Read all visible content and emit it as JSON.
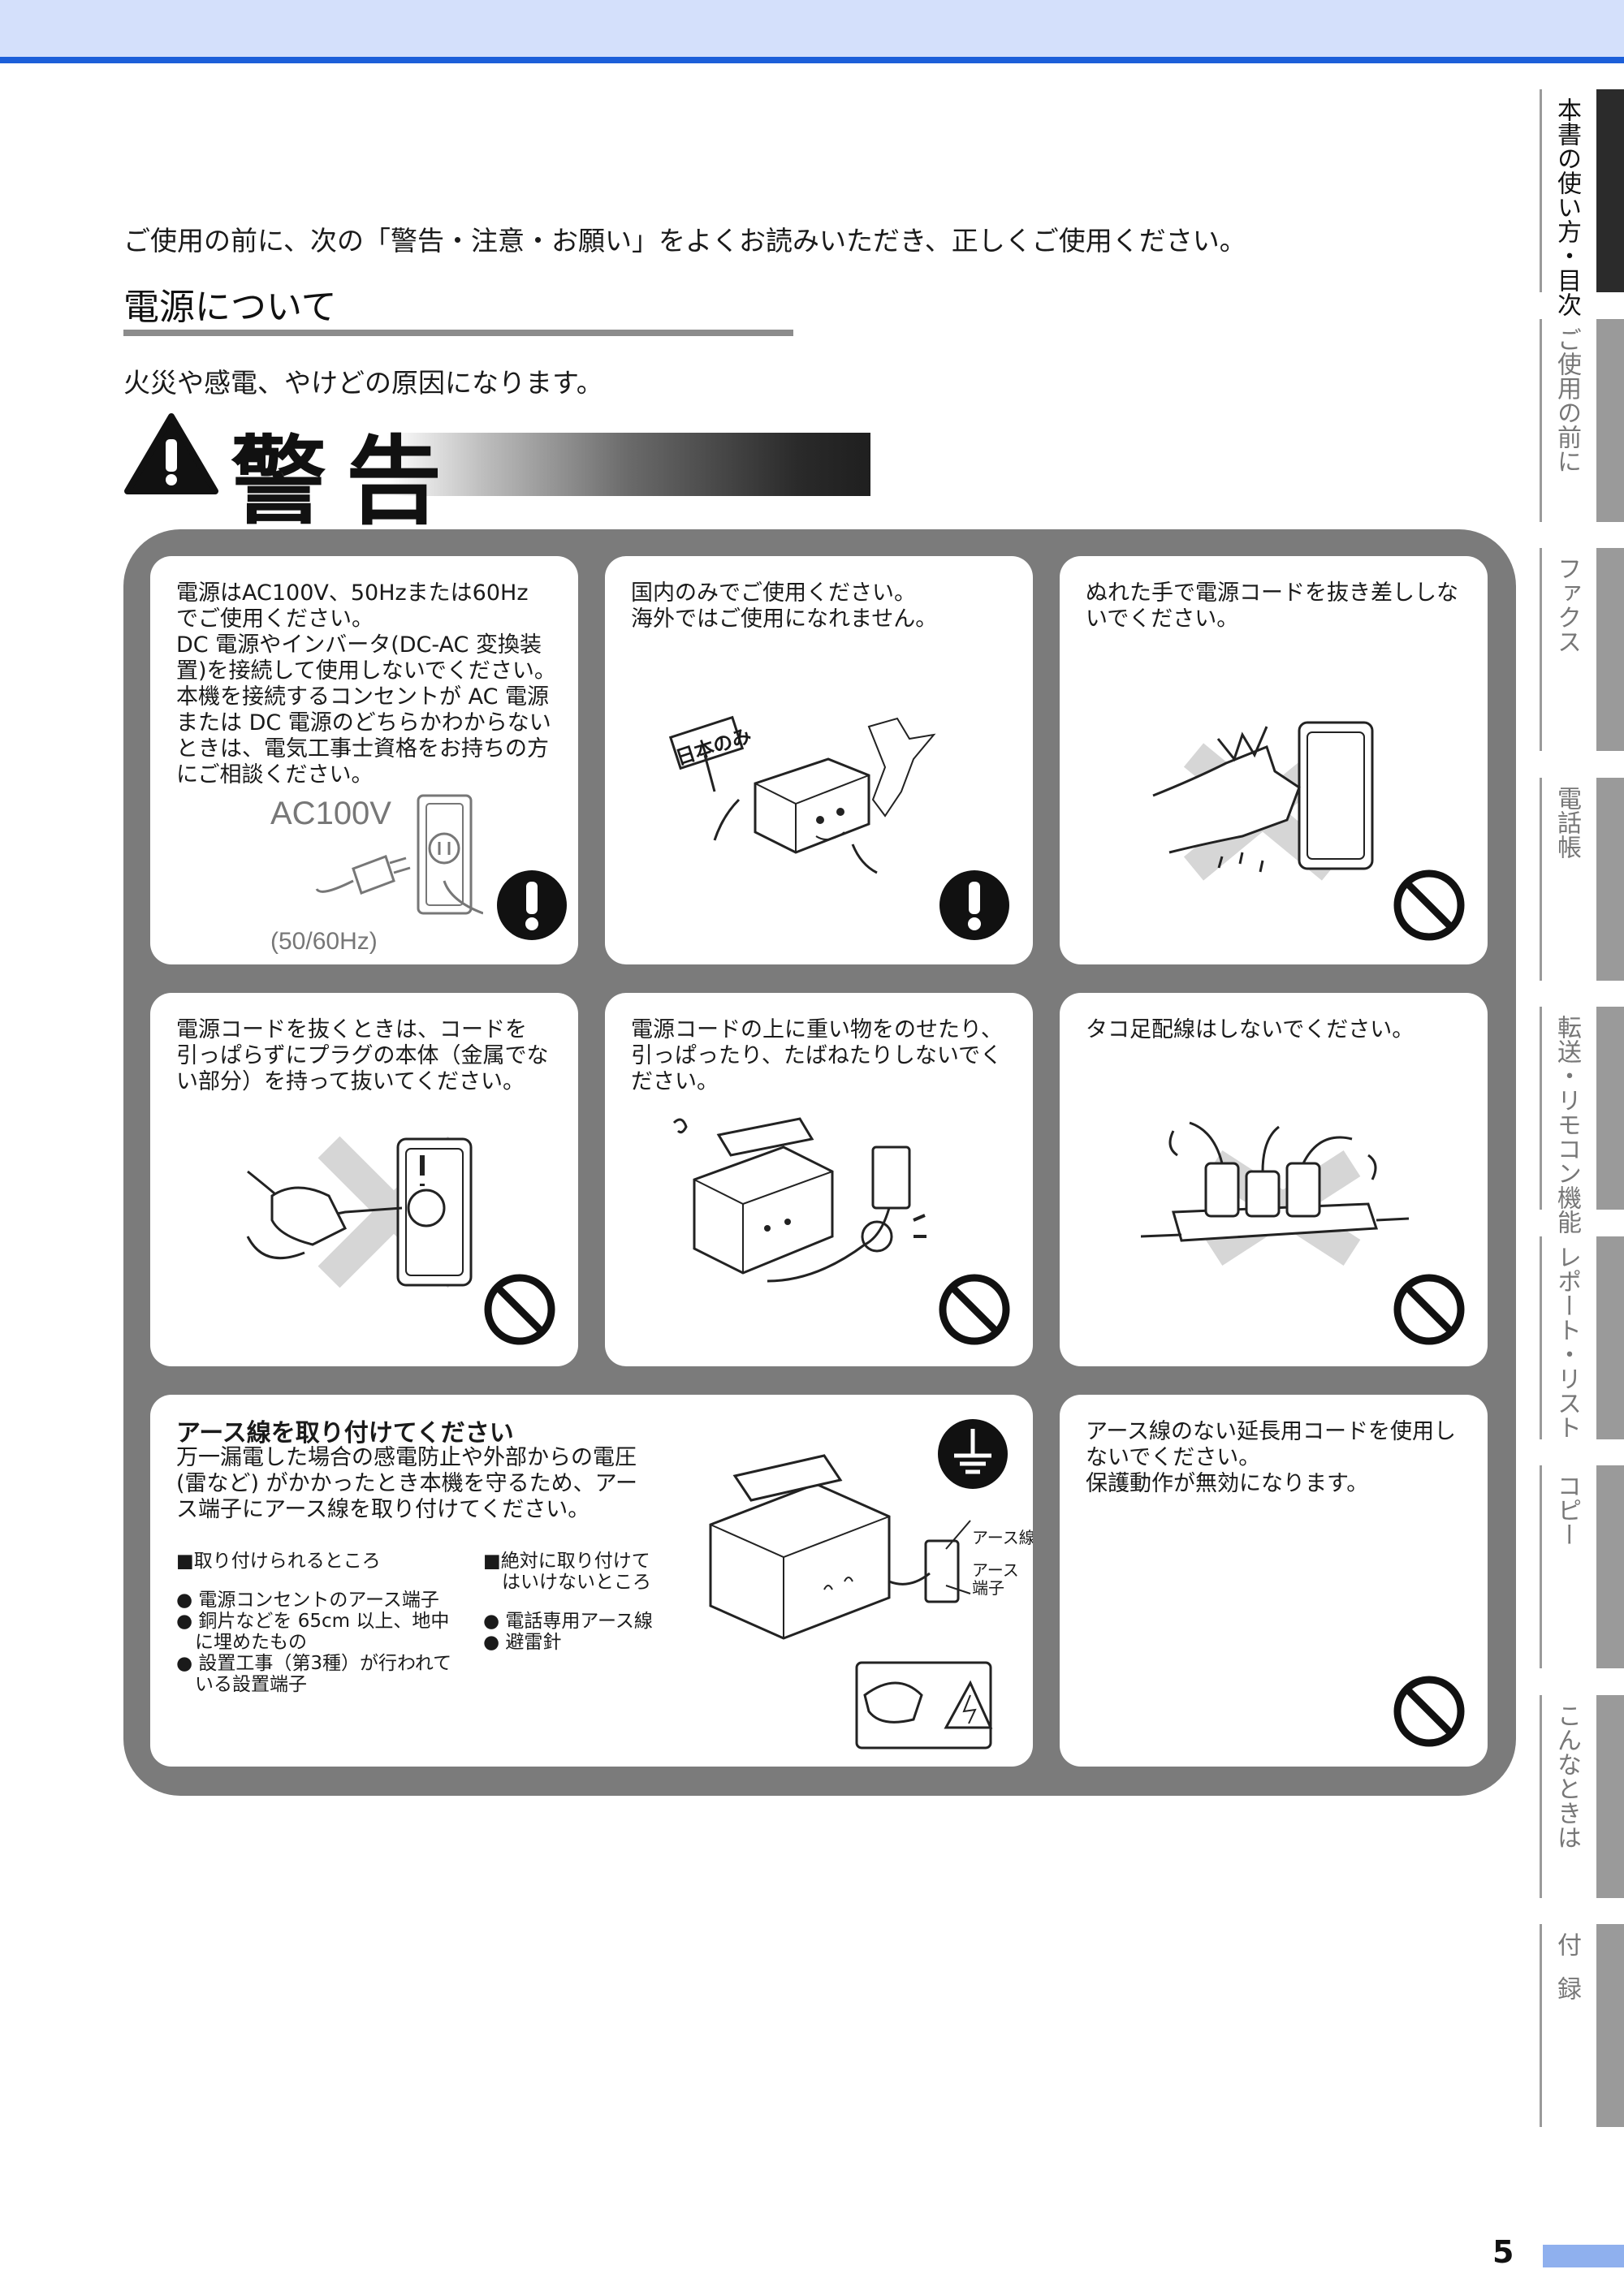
{
  "intro": "ご使用の前に、次の「警告・注意・お願い」をよくお読みいただき、正しくご使用ください。",
  "section_title": "電源について",
  "subtitle": "火災や感電、やけどの原因になります。",
  "warning_word": "警告",
  "cards": [
    {
      "lines": [
        "電源はAC100V、50Hzまたは60Hz",
        "でご使用ください。",
        "DC 電源やインバータ(DC-AC 変換装",
        "置)を接続して使用しないでください。",
        "本機を接続するコンセントが AC 電源",
        "または DC 電源のどちらかわからない",
        "ときは、電気工事士資格をお持ちの方",
        "にご相談ください。"
      ],
      "symbol": "mandatory-icon",
      "illus_label_top": "AC100V",
      "illus_label_bottom": "(50/60Hz)"
    },
    {
      "lines": [
        "国内のみでご使用ください。",
        "海外ではご使用になれません。"
      ],
      "symbol": "mandatory-icon",
      "sign": "日本のみ"
    },
    {
      "lines": [
        "ぬれた手で電源コードを抜き差ししな",
        "いでください。"
      ],
      "symbol": "prohibited-icon"
    },
    {
      "lines": [
        "電源コードを抜くときは、コードを",
        "引っぱらずにプラグの本体（金属でな",
        "い部分）を持って抜いてください。"
      ],
      "symbol": "prohibited-icon"
    },
    {
      "lines": [
        "電源コードの上に重い物をのせたり、",
        "引っぱったり、たばねたりしないでく",
        "ださい。"
      ],
      "symbol": "prohibited-icon"
    },
    {
      "lines": [
        "タコ足配線はしないでください。"
      ],
      "symbol": "prohibited-icon"
    },
    {
      "lines": [
        "アース線のない延長用コードを使用し",
        "ないでください。",
        "保護動作が無効になります。"
      ],
      "symbol": "prohibited-icon"
    }
  ],
  "ground": {
    "title": "アース線を取り付けてください",
    "lines": [
      "万一漏電した場合の感電防止や外部からの電圧",
      "(雷など) がかかったとき本機を守るため、アー",
      "ス端子にアース線を取り付けてください。"
    ],
    "ok_heading": "■取り付けられるところ",
    "ok_items": [
      "● 電源コンセントのアース端子",
      "● 銅片などを 65cm 以上、地中",
      "　に埋めたもの",
      "● 設置工事（第3種）が行われて",
      "　いる設置端子"
    ],
    "ng_heading_1": "■絶対に取り付けて",
    "ng_heading_2": "　はいけないところ",
    "ng_items": [
      "● 電話専用アース線",
      "● 避雷針"
    ],
    "label_wire": "アース線",
    "label_terminal_1": "アース",
    "label_terminal_2": "端子",
    "symbol": "ground-icon"
  },
  "tabs": [
    {
      "label": "本書の使い方・目次",
      "active": true
    },
    {
      "label": "ご使用の前に",
      "active": false
    },
    {
      "label": "ファクス",
      "active": false
    },
    {
      "label": "電話帳",
      "active": false
    },
    {
      "label": "転送・リモコン機能",
      "active": false
    },
    {
      "label": "レポート・リスト",
      "active": false
    },
    {
      "label": "コピー",
      "active": false
    },
    {
      "label": "こんなときは",
      "active": false
    },
    {
      "label": "付録",
      "active": false
    }
  ],
  "page_number": "5",
  "colors": {
    "accent": "#1c5fd9",
    "header_bg": "#d4e0fb",
    "panel": "#7b7b7b",
    "page_bar": "#8fb0ee"
  }
}
